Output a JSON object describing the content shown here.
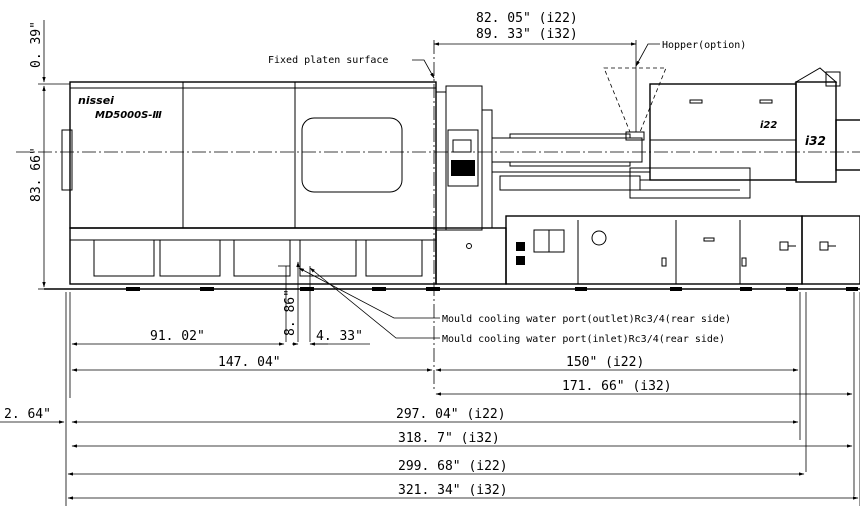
{
  "labels": {
    "fixed_platen": "Fixed platen surface",
    "hopper": "Hopper(option)",
    "outlet_port": "Mould cooling water port(outlet)Rc3/4(rear side)",
    "inlet_port": "Mould cooling water port(inlet)Rc3/4(rear side)",
    "brand": "nissei",
    "model": "MD5000S-Ⅲ",
    "unit_small": "i22",
    "unit_large": "i32"
  },
  "dimensions": {
    "top_offset": "0. 39\"",
    "height": "83. 66\"",
    "top_i22": "82. 05\" (i22)",
    "top_i32": "89. 33\" (i32)",
    "port_height": "8. 86\"",
    "port_spacing": "4. 33\"",
    "d91": "91. 02\"",
    "d147": "147. 04\"",
    "d150": "150\" (i22)",
    "d171": "171. 66\" (i32)",
    "d2_64": "2. 64\"",
    "d297": "297. 04\" (i22)",
    "d318": "318. 7\" (i32)",
    "d299": "299. 68\" (i22)",
    "d321": "321. 34\" (i32)"
  }
}
